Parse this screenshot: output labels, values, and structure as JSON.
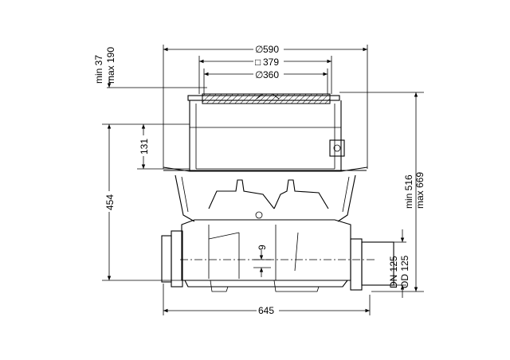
{
  "dimensions": {
    "top_outer_diameter": "590",
    "grate_square": "379",
    "grate_diameter": "360",
    "diameter_symbol": "∅",
    "square_symbol": "□",
    "adjust_min": "min 37",
    "adjust_max": "max 190",
    "frame_depth": "131",
    "body_height": "454",
    "offset": "9",
    "overall_width": "645",
    "height_min": "min 516",
    "height_max": "max 669",
    "pipe_dn": "DN 125",
    "pipe_od": "OD 125"
  }
}
